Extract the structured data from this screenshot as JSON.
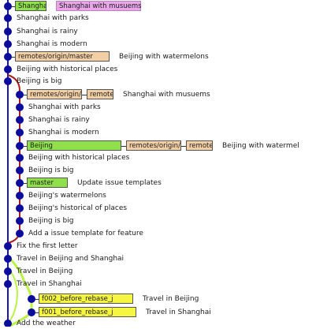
{
  "colors": {
    "node": "#0b0b9e",
    "lane_main": "#1a16b0",
    "lane_feature": "#b01a16",
    "lane_tag": "#b8f542",
    "local_branch": "#8fe04a",
    "remote_branch": "#f3cfa6",
    "tag": "#f5f542",
    "highlight": "#e8a6e8"
  },
  "commits": [
    {
      "message": "Shanghai with musuems",
      "refs": [
        {
          "name": "Shanghai",
          "kind": "local"
        }
      ]
    },
    {
      "message": "Shanghai with parks",
      "refs": []
    },
    {
      "message": "Shanghai is rainy",
      "refs": []
    },
    {
      "message": "Shanghai is modern",
      "refs": []
    },
    {
      "message": "Beijing with watermelons",
      "refs": [
        {
          "name": "remotes/origin/master",
          "kind": "remote"
        }
      ]
    },
    {
      "message": "Beijing with historical places",
      "refs": []
    },
    {
      "message": "Beijing is big",
      "refs": []
    },
    {
      "message": "Shanghai with musuems",
      "refs": [
        {
          "name": "remotes/origin/Shanghai",
          "kind": "remote"
        },
        {
          "name": "remotes/origin/S",
          "kind": "remote"
        }
      ]
    },
    {
      "message": "Shanghai with parks",
      "refs": []
    },
    {
      "message": "Shanghai is rainy",
      "refs": []
    },
    {
      "message": "Shanghai is modern",
      "refs": []
    },
    {
      "message": "Beijing with watermel",
      "refs": [
        {
          "name": "Beijing",
          "kind": "local"
        },
        {
          "name": "remotes/origin/Beijing",
          "kind": "remote"
        },
        {
          "name": "remotes/origin/b",
          "kind": "remote"
        }
      ]
    },
    {
      "message": "Beijing with historical places",
      "refs": []
    },
    {
      "message": "Beijing is big",
      "refs": []
    },
    {
      "message": "Update issue templates",
      "refs": [
        {
          "name": "master",
          "kind": "local"
        }
      ]
    },
    {
      "message": "Beijing's watermelons",
      "refs": []
    },
    {
      "message": "Beijing's historical of places",
      "refs": []
    },
    {
      "message": "Beijing is big",
      "refs": []
    },
    {
      "message": "Add a issue template for feature",
      "refs": []
    },
    {
      "message": "Fix the first letter",
      "refs": []
    },
    {
      "message": "Travel in Beijing and Shanghai",
      "refs": []
    },
    {
      "message": "Travel in Beijing",
      "refs": []
    },
    {
      "message": "Travel in Shanghai",
      "refs": []
    },
    {
      "message": "Travel in Beijing",
      "refs": [
        {
          "name": "f002_before_rebase_j",
          "kind": "tag"
        }
      ]
    },
    {
      "message": "Travel in Shanghai",
      "refs": [
        {
          "name": "f001_before_rebase_j",
          "kind": "tag"
        }
      ]
    },
    {
      "message": "Add the weather",
      "refs": []
    }
  ]
}
